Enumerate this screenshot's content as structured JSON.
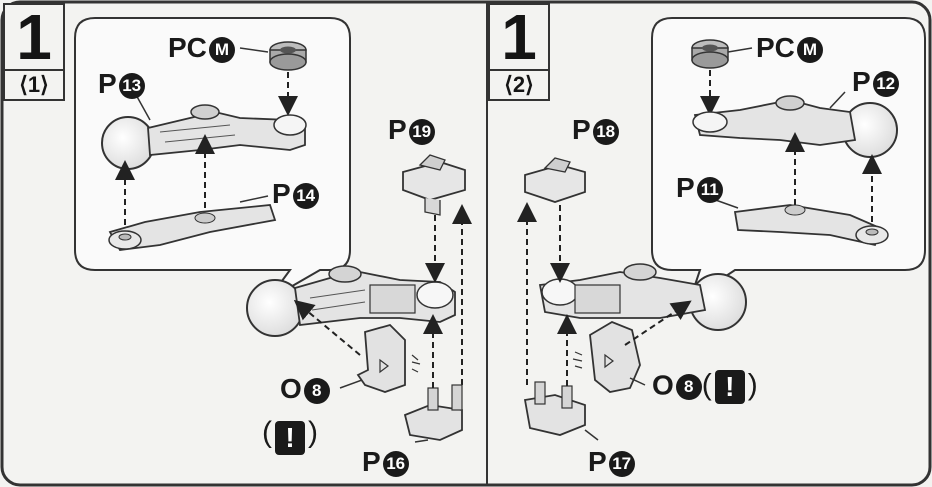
{
  "left_panel": {
    "step_number": "1",
    "step_sub": "⟨1⟩",
    "labels": {
      "pc_prefix": "PC",
      "pc_code": "M",
      "p13_prefix": "P",
      "p13_code": "13",
      "p14_prefix": "P",
      "p14_code": "14",
      "p19_prefix": "P",
      "p19_code": "19",
      "p16_prefix": "P",
      "p16_code": "16",
      "o8_prefix": "O",
      "o8_code": "8",
      "warn_open": "(",
      "warn_mark": "!",
      "warn_close": ")"
    }
  },
  "right_panel": {
    "step_number": "1",
    "step_sub": "⟨2⟩",
    "labels": {
      "pc_prefix": "PC",
      "pc_code": "M",
      "p12_prefix": "P",
      "p12_code": "12",
      "p11_prefix": "P",
      "p11_code": "11",
      "p18_prefix": "P",
      "p18_code": "18",
      "p17_prefix": "P",
      "p17_code": "17",
      "o8_prefix": "O",
      "o8_code": "8",
      "warn_open": "(",
      "warn_mark": "!",
      "warn_close": ")"
    }
  }
}
